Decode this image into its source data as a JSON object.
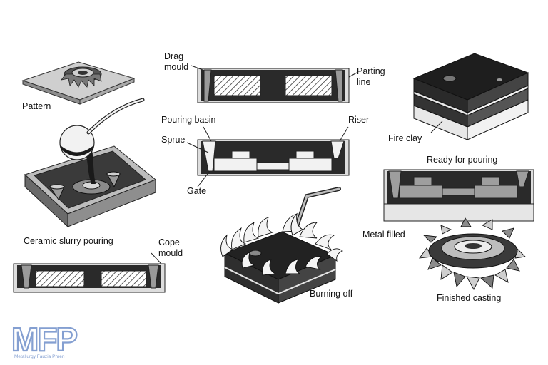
{
  "labels": {
    "pattern": "Pattern",
    "ceramic_slurry_pouring": "Ceramic slurry pouring",
    "cope_mould_1": "Cope",
    "cope_mould_2": "mould",
    "drag_mould_1": "Drag",
    "drag_mould_2": "mould",
    "parting_line_1": "Parting",
    "parting_line_2": "line",
    "pouring_basin": "Pouring basin",
    "riser": "Riser",
    "sprue": "Sprue",
    "gate": "Gate",
    "burning_off": "Burning off",
    "fire_clay": "Fire clay",
    "ready_for_pouring": "Ready for pouring",
    "metal_filled": "Metal filled",
    "finished_casting": "Finished casting"
  },
  "logo": {
    "mark": "MFP",
    "tagline": "Metallurgy Fauzia Phren"
  },
  "colors": {
    "dark": "#1c1c1c",
    "mid": "#7a7a7a",
    "light": "#d9d9d9",
    "logo": "#6f8fc9"
  }
}
